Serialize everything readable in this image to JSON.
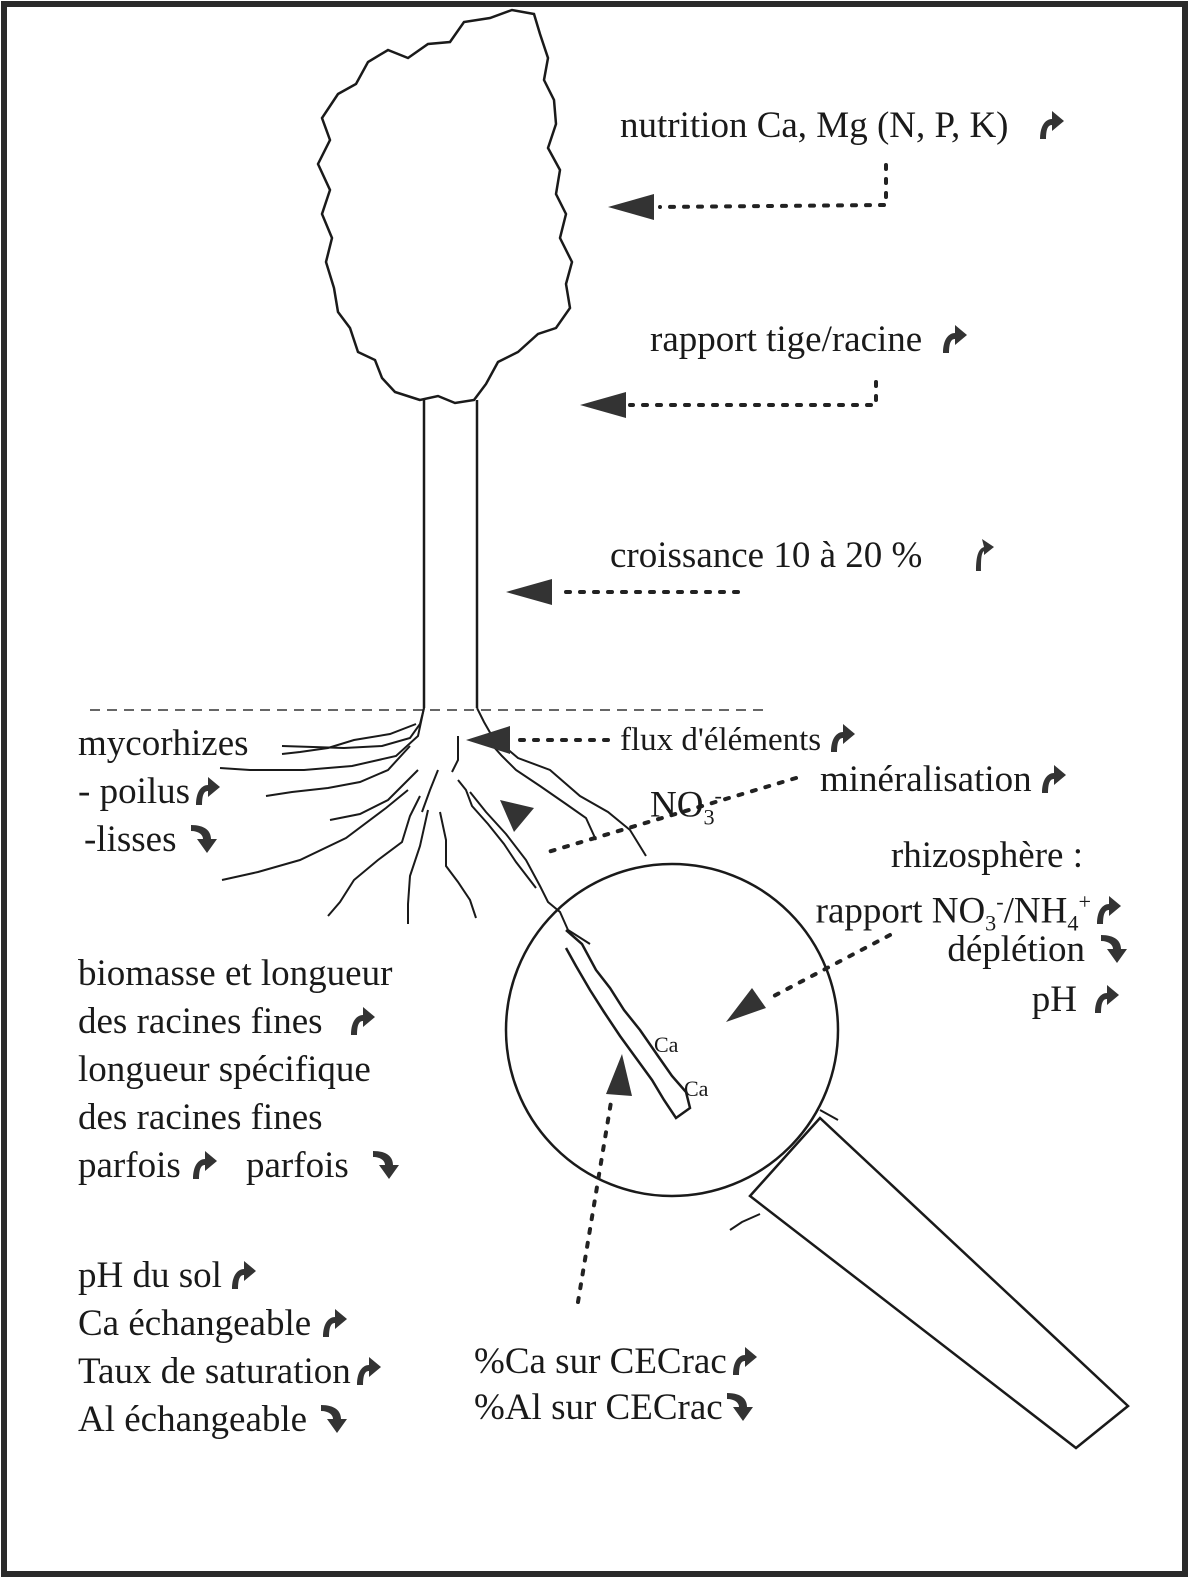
{
  "colors": {
    "ink": "#1a1a1a",
    "arrow": "#333333",
    "frame": "#2a2a2a"
  },
  "icons": {
    "increase": "curved-up-arrow-icon",
    "decrease": "curved-down-arrow-icon"
  },
  "labels": {
    "nutrition": "nutrition  Ca, Mg (N, P, K)",
    "rapport_tige": "rapport tige/racine",
    "croissance": "croissance  10 à 20 %",
    "mycorhizes": "mycorhizes",
    "poilus": "- poilus",
    "lisses": "-lisses",
    "flux": "flux d'éléments",
    "mineralisation": "minéralisation",
    "no3": "NO",
    "no3_sub": "3",
    "no3_sup": "-",
    "rhizosphere": "rhizosphère :",
    "rapport_no3_a": "rapport NO",
    "rapport_no3_sub1": "3",
    "rapport_no3_sup1": "-",
    "rapport_no3_b": "/NH",
    "rapport_no3_sub2": "4",
    "rapport_no3_sup2": "+",
    "depletion": "déplétion",
    "ph": "pH",
    "ca_1": "Ca",
    "ca_2": "Ca",
    "biomasse_1": "biomasse et longueur",
    "biomasse_2": "des racines fines",
    "longueur_1": "longueur spécifique",
    "longueur_2": "des racines fines",
    "parfois_1": "parfois",
    "parfois_2": "parfois",
    "ph_sol": "pH du sol",
    "ca_ech": "Ca échangeable",
    "taux_sat": "Taux de saturation",
    "al_ech": "Al échangeable",
    "ca_cec": "%Ca sur CECrac",
    "al_cec": "%Al sur CECrac"
  }
}
